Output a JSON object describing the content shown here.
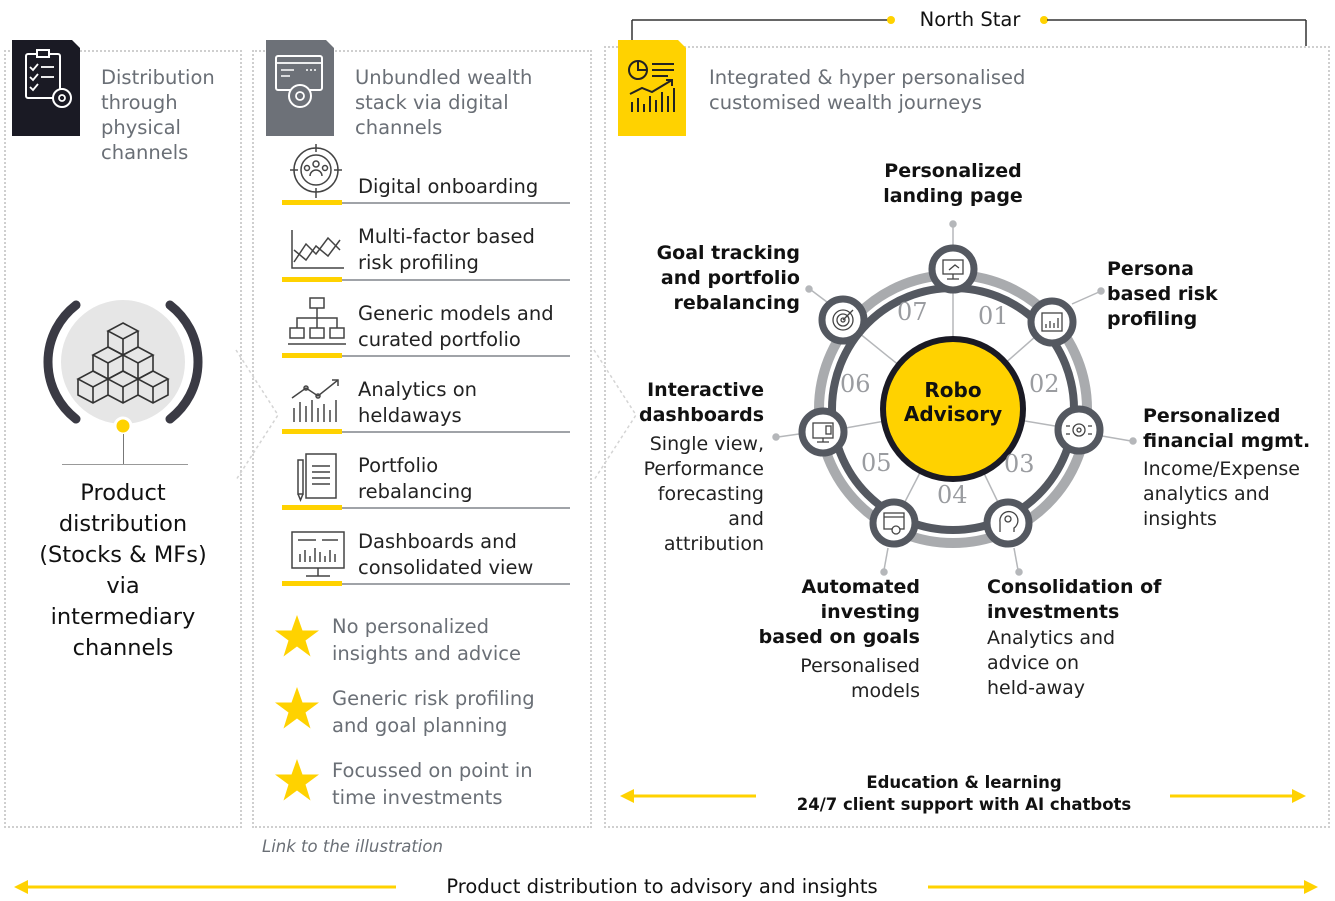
{
  "north_star": "North Star",
  "col1": {
    "header": [
      "Distribution",
      "through",
      "physical",
      "channels"
    ],
    "body": [
      "Product",
      "distribution",
      "(Stocks & MFs)",
      "via",
      "intermediary",
      "channels"
    ]
  },
  "col2": {
    "header": [
      "Unbundled wealth",
      "stack via digital",
      "channels"
    ],
    "items": [
      {
        "icon": "target-people-icon",
        "lines": [
          "Digital onboarding"
        ]
      },
      {
        "icon": "line-chart-icon",
        "lines": [
          "Multi-factor based",
          "risk profiling"
        ]
      },
      {
        "icon": "org-chart-icon",
        "lines": [
          "Generic models and",
          "curated portfolio"
        ]
      },
      {
        "icon": "analytics-icon",
        "lines": [
          "Analytics on",
          "heldaways"
        ]
      },
      {
        "icon": "document-pen-icon",
        "lines": [
          "Portfolio",
          "rebalancing"
        ]
      },
      {
        "icon": "dashboard-monitor-icon",
        "lines": [
          "Dashboards and",
          "consolidated view"
        ]
      }
    ],
    "stars": [
      [
        "No personalized",
        "insights and advice"
      ],
      [
        "Generic risk profiling",
        "and goal planning"
      ],
      [
        "Focussed on point in",
        "time investments"
      ]
    ],
    "link_text": "Link to the illustration"
  },
  "col3": {
    "header": [
      "Integrated & hyper personalised",
      "customised wealth journeys"
    ],
    "center": [
      "Robo",
      "Advisory"
    ],
    "numbers": [
      "01",
      "02",
      "03",
      "04",
      "05",
      "06",
      "07"
    ],
    "nodes": {
      "n01": {
        "title": [
          "Personalized",
          "landing page"
        ],
        "desc": []
      },
      "n02": {
        "title": [
          "Persona",
          "based risk",
          "profiling"
        ],
        "desc": []
      },
      "n03": {
        "title": [
          "Personalized",
          "financial mgmt."
        ],
        "desc": [
          "Income/Expense",
          "analytics and",
          "insights"
        ]
      },
      "n04": {
        "title": [
          "Consolidation of",
          "investments"
        ],
        "desc": [
          "Analytics and",
          "advice on",
          "held-away"
        ]
      },
      "n05": {
        "title": [
          "Automated",
          "investing",
          "based on goals"
        ],
        "desc": [
          "Personalised",
          "models"
        ]
      },
      "n06": {
        "title": [
          "Interactive",
          "dashboards"
        ],
        "desc": [
          "Single view,",
          "Performance",
          "forecasting",
          "and",
          "attribution"
        ]
      },
      "n07": {
        "title": [
          "Goal tracking",
          "and portfolio",
          "rebalancing"
        ],
        "desc": []
      }
    },
    "bottom": [
      "Education & learning",
      "24/7 client support with AI chatbots"
    ]
  },
  "footer": "Product distribution to advisory and insights",
  "colors": {
    "yellow": "#ffd200",
    "dark": "#1a1a24",
    "gray": "#6a6f76",
    "ring": "#a9abae"
  }
}
